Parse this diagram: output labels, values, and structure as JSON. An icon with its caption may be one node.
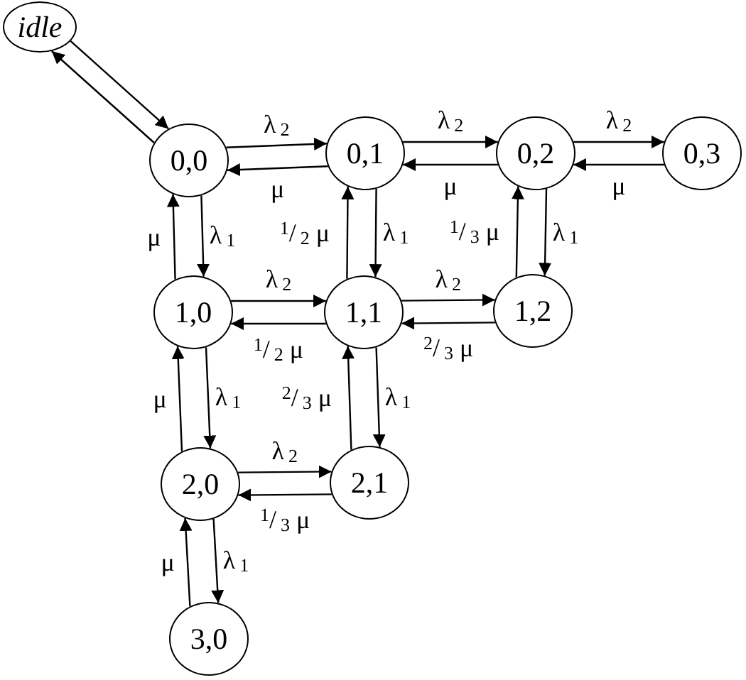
{
  "diagram": {
    "nodes": [
      {
        "text": [
          "idle"
        ]
      },
      {
        "text": [
          "0,0"
        ]
      },
      {
        "text": [
          "0,1"
        ]
      },
      {
        "text": [
          "0,2"
        ]
      },
      {
        "text": [
          "0,3"
        ]
      },
      {
        "text": [
          "1,0"
        ]
      },
      {
        "text": [
          "1,1"
        ]
      },
      {
        "text": [
          "1,2"
        ]
      },
      {
        "text": [
          "2,0"
        ]
      },
      {
        "text": [
          "2,1"
        ]
      },
      {
        "text": [
          "3,0"
        ]
      }
    ],
    "edges": [
      {
        "from": 0,
        "to": 1,
        "arrow": "to"
      },
      {
        "from": 1,
        "to": 0,
        "arrow": "to"
      },
      {
        "from": 1,
        "to": 2,
        "arrow": "to",
        "label": "λ$_{2}$"
      },
      {
        "from": 2,
        "to": 1,
        "arrow": "to",
        "label": "μ"
      },
      {
        "from": 2,
        "to": 3,
        "arrow": "to",
        "label": "λ$_{2}$"
      },
      {
        "from": 3,
        "to": 2,
        "arrow": "to",
        "label": "μ"
      },
      {
        "from": 3,
        "to": 4,
        "arrow": "to",
        "label": "λ$_{2}$"
      },
      {
        "from": 4,
        "to": 3,
        "arrow": "to",
        "label": "μ"
      },
      {
        "from": 1,
        "to": 5,
        "arrow": "to",
        "label": "λ$_{1}$"
      },
      {
        "from": 5,
        "to": 1,
        "arrow": "to",
        "label": "μ"
      },
      {
        "from": 2,
        "to": 6,
        "arrow": "to",
        "label": "λ$_{1}$"
      },
      {
        "from": 6,
        "to": 2,
        "arrow": "to",
        "label": "$^{1}$/$_{2}$ μ"
      },
      {
        "from": 3,
        "to": 7,
        "arrow": "to",
        "label": "λ$_{1}$"
      },
      {
        "from": 7,
        "to": 3,
        "arrow": "to",
        "label": "$^{1}$/$_{3}$ μ"
      },
      {
        "from": 5,
        "to": 6,
        "arrow": "to",
        "label": "λ$_{2}$"
      },
      {
        "from": 6,
        "to": 5,
        "arrow": "to",
        "label": "$^{1}$/$_{2}$ μ"
      },
      {
        "from": 6,
        "to": 7,
        "arrow": "to",
        "label": "λ$_{2}$"
      },
      {
        "from": 7,
        "to": 6,
        "arrow": "to",
        "label": "$^{2}$/$_{3}$ μ"
      },
      {
        "from": 5,
        "to": 8,
        "arrow": "to",
        "label": "λ$_{1}$"
      },
      {
        "from": 8,
        "to": 5,
        "arrow": "to",
        "label": "μ"
      },
      {
        "from": 6,
        "to": 9,
        "arrow": "to",
        "label": "λ$_{1}$"
      },
      {
        "from": 9,
        "to": 6,
        "arrow": "to",
        "label": "$^{2}$/$_{3}$ μ"
      },
      {
        "from": 8,
        "to": 9,
        "arrow": "to",
        "label": "λ$_{2}$"
      },
      {
        "from": 9,
        "to": 8,
        "arrow": "to",
        "label": "$^{1}$/$_{3}$ μ"
      },
      {
        "from": 8,
        "to": 10,
        "arrow": "to",
        "label": "λ$_{1}$"
      },
      {
        "from": 10,
        "to": 8,
        "arrow": "to",
        "label": "μ"
      }
    ]
  }
}
